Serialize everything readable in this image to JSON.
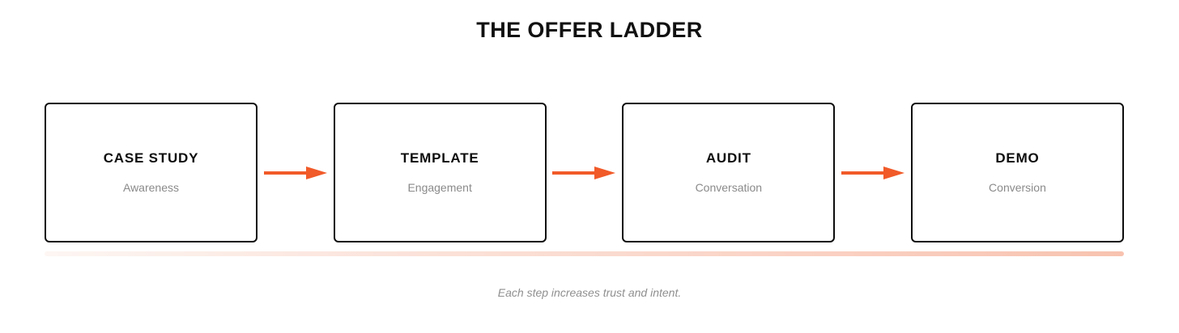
{
  "title": "THE OFFER LADDER",
  "caption": "Each step increases trust and intent.",
  "colors": {
    "background": "#ffffff",
    "box_border": "#0d0d0d",
    "label_text": "#0d0d0d",
    "sub_text": "#8a8a8a",
    "arrow": "#f15a29",
    "caption_text": "#8f8f8f",
    "bar_start": "#fdf6f3",
    "bar_end": "#f8c3b0"
  },
  "steps": [
    {
      "label": "CASE STUDY",
      "sub": "Awareness"
    },
    {
      "label": "TEMPLATE",
      "sub": "Engagement"
    },
    {
      "label": "AUDIT",
      "sub": "Conversation"
    },
    {
      "label": "DEMO",
      "sub": "Conversion"
    }
  ],
  "connectors": [
    {
      "icon": "arrow-right-icon"
    },
    {
      "icon": "arrow-right-icon"
    },
    {
      "icon": "arrow-right-icon"
    }
  ]
}
